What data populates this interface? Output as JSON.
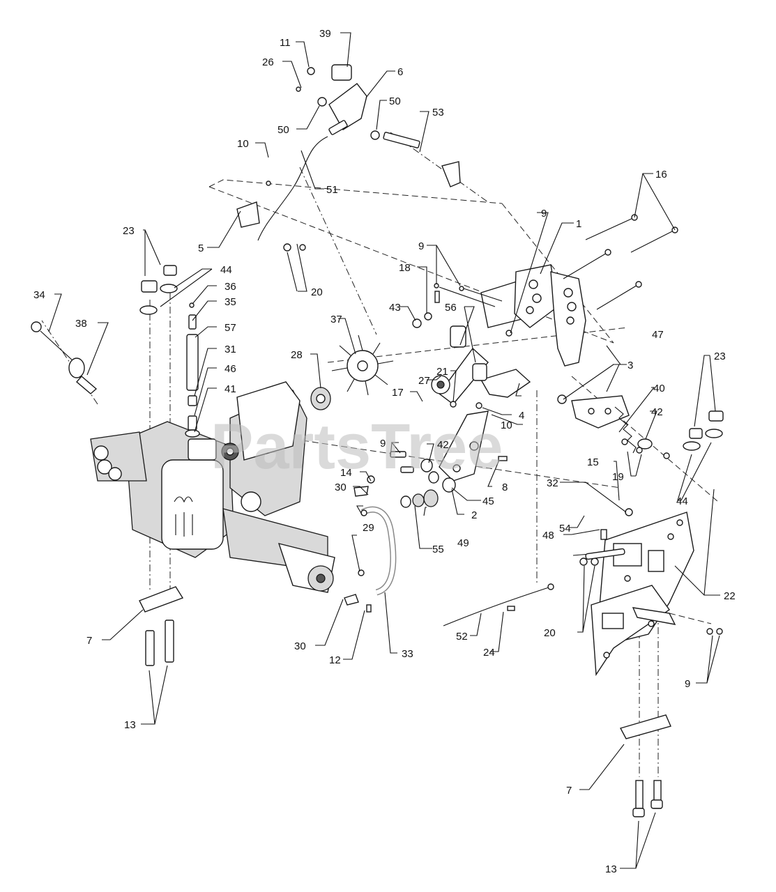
{
  "watermark": "PartsTree",
  "callouts": {
    "c1": "1",
    "c2": "2",
    "c3": "3",
    "c4": "4",
    "c5": "5",
    "c6": "6",
    "c7a": "7",
    "c7b": "7",
    "c8": "8",
    "c9a": "9",
    "c9b": "9",
    "c9c": "9",
    "c9d": "9",
    "c10a": "10",
    "c10b": "10",
    "c11": "11",
    "c12": "12",
    "c13a": "13",
    "c13b": "13",
    "c14": "14",
    "c15": "15",
    "c16": "16",
    "c17": "17",
    "c18": "18",
    "c19": "19",
    "c20a": "20",
    "c20b": "20",
    "c21": "21",
    "c22": "22",
    "c23a": "23",
    "c23b": "23",
    "c24": "24",
    "c26": "26",
    "c27": "27",
    "c28": "28",
    "c29": "29",
    "c30a": "30",
    "c30b": "30",
    "c31": "31",
    "c32": "32",
    "c33": "33",
    "c34": "34",
    "c35": "35",
    "c36": "36",
    "c37": "37",
    "c38": "38",
    "c39": "39",
    "c40": "40",
    "c41": "41",
    "c42a": "42",
    "c42b": "42",
    "c43": "43",
    "c44a": "44",
    "c44b": "44",
    "c45": "45",
    "c46": "46",
    "c47": "47",
    "c48": "48",
    "c49": "49",
    "c50a": "50",
    "c50b": "50",
    "c51": "51",
    "c52": "52",
    "c53": "53",
    "c54": "54",
    "c55": "55",
    "c56": "56",
    "c57": "57"
  }
}
